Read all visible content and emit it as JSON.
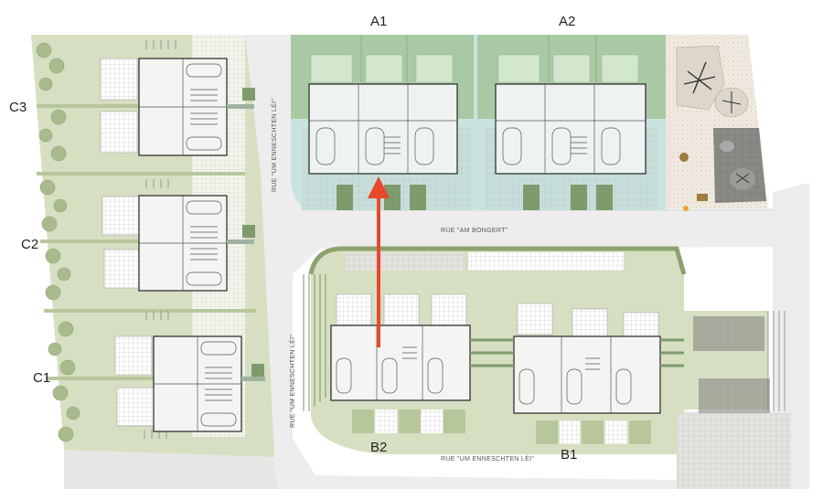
{
  "blocks": {
    "a1": "A1",
    "a2": "A2",
    "b1": "B1",
    "b2": "B2",
    "c1": "C1",
    "c2": "C2",
    "c3": "C3"
  },
  "streets": {
    "am_bongert": "RUE \"AM BONGERT\"",
    "enneschten_top": "RUE \"UM ENNESCHTEN LÉI\"",
    "enneschten_mid": "RUE \"UM ENNESCHTEN LÉI\"",
    "enneschten_bottom": "RUE \"UM ENNESCHTEN LÉI\""
  },
  "colors": {
    "block_a_fill": "#c9e3e0",
    "block_a_lawn": "#a9c9a5",
    "lawn": "#d6dfc2",
    "hedge": "#b7c79b",
    "road": "#ededed",
    "arrow": "#e8492c"
  }
}
